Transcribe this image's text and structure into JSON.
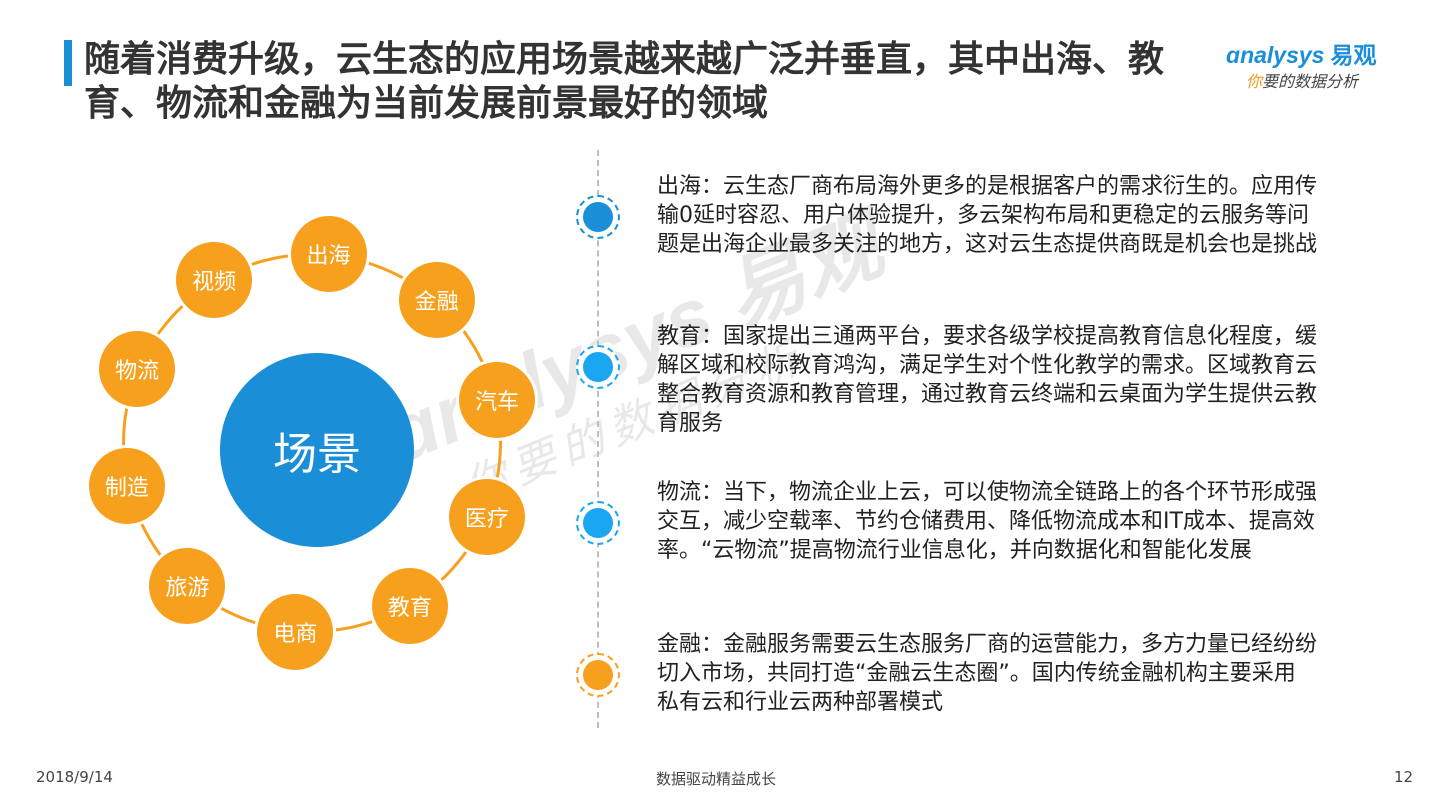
{
  "title": "随着消费升级，云生态的应用场景越来越广泛并垂直，其中出海、教育、物流和金融为当前发展前景最好的领域",
  "logo": {
    "brand": "nalysys",
    "brand_cn": "易观",
    "slogan_first": "你",
    "slogan_rest": "要的数据分析"
  },
  "diagram": {
    "center": "场景",
    "nodes": [
      "出海",
      "金融",
      "汽车",
      "医疗",
      "教育",
      "电商",
      "旅游",
      "制造",
      "物流",
      "视频"
    ]
  },
  "items": [
    {
      "text": "出海：云生态厂商布局海外更多的是根据客户的需求衍生的。应用传输0延时容忍、用户体验提升，多云架构布局和更稳定的云服务等问题是出海企业最多关注的地方，这对云生态提供商既是机会也是挑战",
      "color": "#1a8fd8"
    },
    {
      "text": "教育：国家提出三通两平台，要求各级学校提高教育信息化程度，缓解区域和校际教育鸿沟，满足学生对个性化教学的需求。区域教育云整合教育资源和教育管理，通过教育云终端和云桌面为学生提供云教育服务",
      "color": "#1aa6f0"
    },
    {
      "text": "物流：当下，物流企业上云，可以使物流全链路上的各个环节形成强交互，减少空载率、节约仓储费用、降低物流成本和IT成本、提高效率。“云物流”提高物流行业信息化，并向数据化和智能化发展",
      "color": "#1aa6f0"
    },
    {
      "text": "金融：金融服务需要云生态服务厂商的运营能力，多方力量已经纷纷切入市场，共同打造“金融云生态圈”。国内传统金融机构主要采用私有云和行业云两种部署模式",
      "color": "#f7a01d"
    }
  ],
  "footer": {
    "date": "2018/9/14",
    "slogan": "数据驱动精益成长",
    "page": "12"
  },
  "colors": {
    "blue": "#1a8fd8",
    "orange": "#f7a01d"
  }
}
